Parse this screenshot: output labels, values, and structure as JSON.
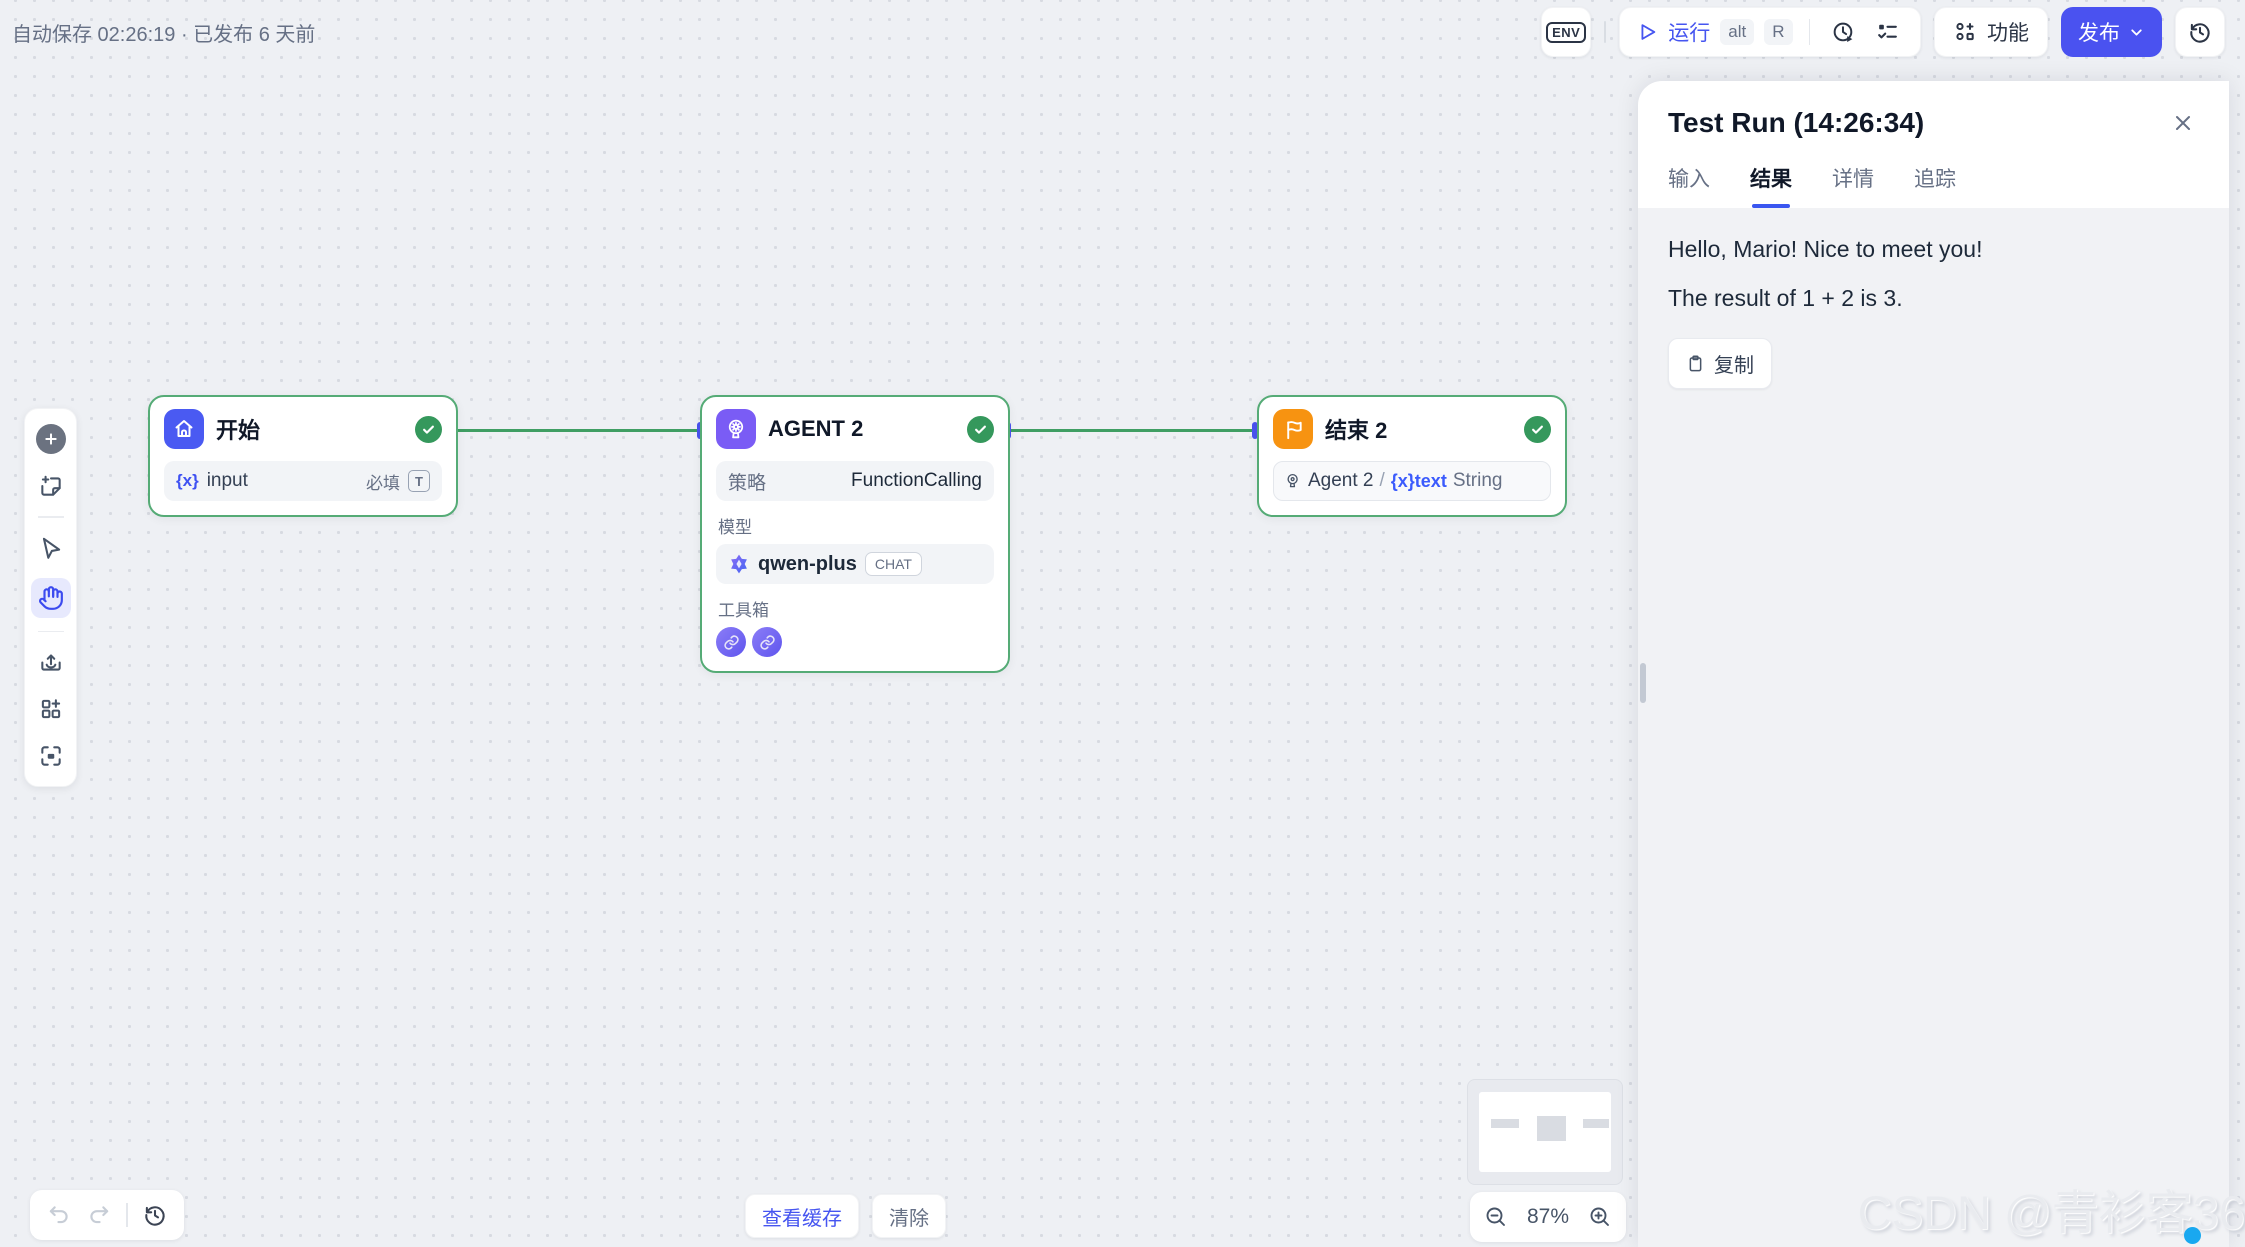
{
  "topbar": {
    "autosave": "自动保存 02:26:19 · 已发布 6 天前",
    "env": "ENV",
    "run": "运行",
    "kbd_alt": "alt",
    "kbd_r": "R",
    "features": "功能",
    "publish": "发布"
  },
  "nodes": {
    "start": {
      "title": "开始",
      "var_icon": "{x}",
      "field": "input",
      "required": "必填",
      "type_letter": "T"
    },
    "agent": {
      "title": "AGENT 2",
      "strategy_label": "策略",
      "strategy": "FunctionCalling",
      "model_label": "模型",
      "model": "qwen-plus",
      "badge": "CHAT",
      "toolbox_label": "工具箱"
    },
    "end": {
      "title": "结束 2",
      "ref_node": "Agent 2",
      "sep": "/",
      "var": "{x}text",
      "type": "String"
    }
  },
  "controls": {
    "view_cache": "查看缓存",
    "clear": "清除",
    "zoom": "87%"
  },
  "panel": {
    "title": "Test Run (14:26:34)",
    "tabs": {
      "input": "输入",
      "result": "结果",
      "detail": "详情",
      "trace": "追踪"
    },
    "lines": {
      "greeting": "Hello, Mario! Nice to meet you!",
      "calc": "The result of 1 + 2 is 3."
    },
    "copy": "复制"
  },
  "watermark": "CSDN @青衫客36"
}
